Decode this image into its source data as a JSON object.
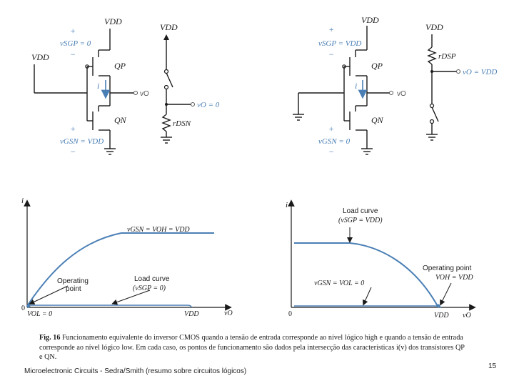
{
  "circuit_left": {
    "vdd_top": "VDD",
    "plus": "+",
    "minus": "−",
    "vsgp_eq": "vSGP = 0",
    "qp": "QP",
    "vdd_gate": "VDD",
    "current": "i",
    "vo": "vO",
    "qn": "QN",
    "vgsn_eq": "vGSN = VDD",
    "sw_vdd": "VDD",
    "sw_vo": "vO = 0",
    "sw_r": "rDSN"
  },
  "circuit_right": {
    "vdd_top": "VDD",
    "plus": "+",
    "minus": "−",
    "vsgp_eq": "vSGP = VDD",
    "qp": "QP",
    "current": "i",
    "vo": "vO",
    "qn": "QN",
    "vgsn_eq": "vGSN = 0",
    "sw_vdd": "VDD",
    "sw_r": "rDSP",
    "sw_vo": "vO = VDD"
  },
  "graph_left": {
    "y_axis": "i",
    "x_axis": "vO",
    "origin": "0",
    "vol_label": "VOL = 0",
    "vdd_label": "VDD",
    "curve_label": "vGSN = VOH = VDD",
    "op_label_1": "Operating",
    "op_label_2": "point",
    "load_label_1": "Load curve",
    "load_label_2": "(vSGP = 0)"
  },
  "graph_right": {
    "y_axis": "i",
    "x_axis": "vO",
    "origin": "0",
    "vdd_label": "VDD",
    "load_label_1": "Load curve",
    "load_label_2": "(vSGP = VDD)",
    "curve_label": "vGSN = VOL = 0",
    "op_label_1": "Operating point",
    "op_label_2": "VOH = VDD"
  },
  "caption": {
    "fig": "Fig. 16",
    "text": "Funcionamento equivalente do inversor CMOS quando a tensão de entrada corresponde ao nível lógico high e quando a tensão de entrada corresponde ao nível lógico low. Em cada caso, os pontos de funcionamento são dados pela intersecção das características i(v) dos transístores QP e QN."
  },
  "footer": "Microelectronic Circuits - Sedra/Smith (resumo sobre circuitos lógicos)",
  "page_number": "15",
  "colors": {
    "wire": "#1a1a1a",
    "accent": "#4a7fb5",
    "curve": "#4a7fb5"
  }
}
